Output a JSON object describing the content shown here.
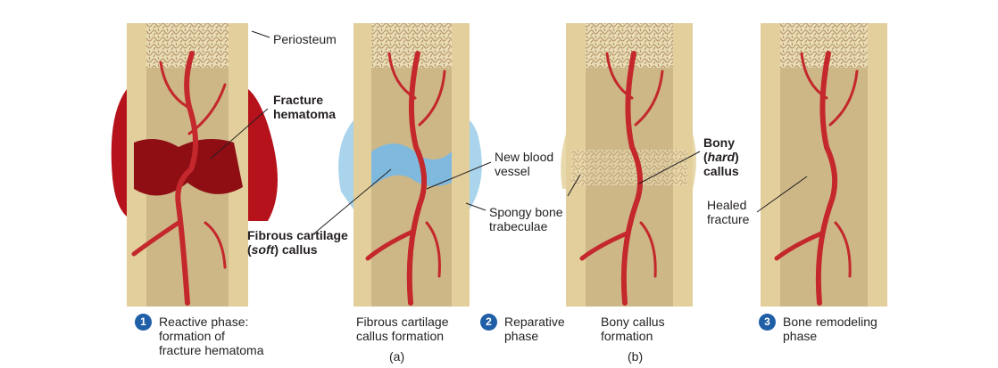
{
  "labels": {
    "periosteum": "Periosteum",
    "fracture_hematoma": [
      "Fracture",
      "hematoma"
    ],
    "fibrous_cartilage_callus": {
      "line1": "Fibrous cartilage",
      "line2_pre": "(",
      "line2_em": "soft",
      "line2_post": ") callus"
    },
    "new_blood_vessel": [
      "New blood",
      "vessel"
    ],
    "spongy_bone": [
      "Spongy bone",
      "trabeculae"
    ],
    "bony_callus": {
      "line1": "Bony",
      "line2_pre": "(",
      "line2_em": "hard",
      "line2_post": ")",
      "line3": "callus"
    },
    "healed_fracture": [
      "Healed",
      "fracture"
    ]
  },
  "captions": [
    {
      "number": "1",
      "lines": [
        "Reactive phase:",
        "formation of",
        "fracture hematoma"
      ]
    },
    {
      "number": "",
      "lines": [
        "Fibrous cartilage",
        "callus formation"
      ]
    },
    {
      "number": "2",
      "lines": [
        "Reparative",
        "phase"
      ]
    },
    {
      "number": "",
      "lines": [
        "Bony callus",
        "formation"
      ]
    },
    {
      "number": "3",
      "lines": [
        "Bone remodeling",
        "phase"
      ]
    }
  ],
  "parts": [
    "(a)",
    "(b)"
  ],
  "colors": {
    "bone_outer": "#e3cf9c",
    "marrow": "#cdb787",
    "spongy": "#b6966a",
    "vessel": "#c4282c",
    "hematoma": "#b5121b",
    "cartilage": "#a9d4ec",
    "step_badge": "#1f5fa8"
  }
}
